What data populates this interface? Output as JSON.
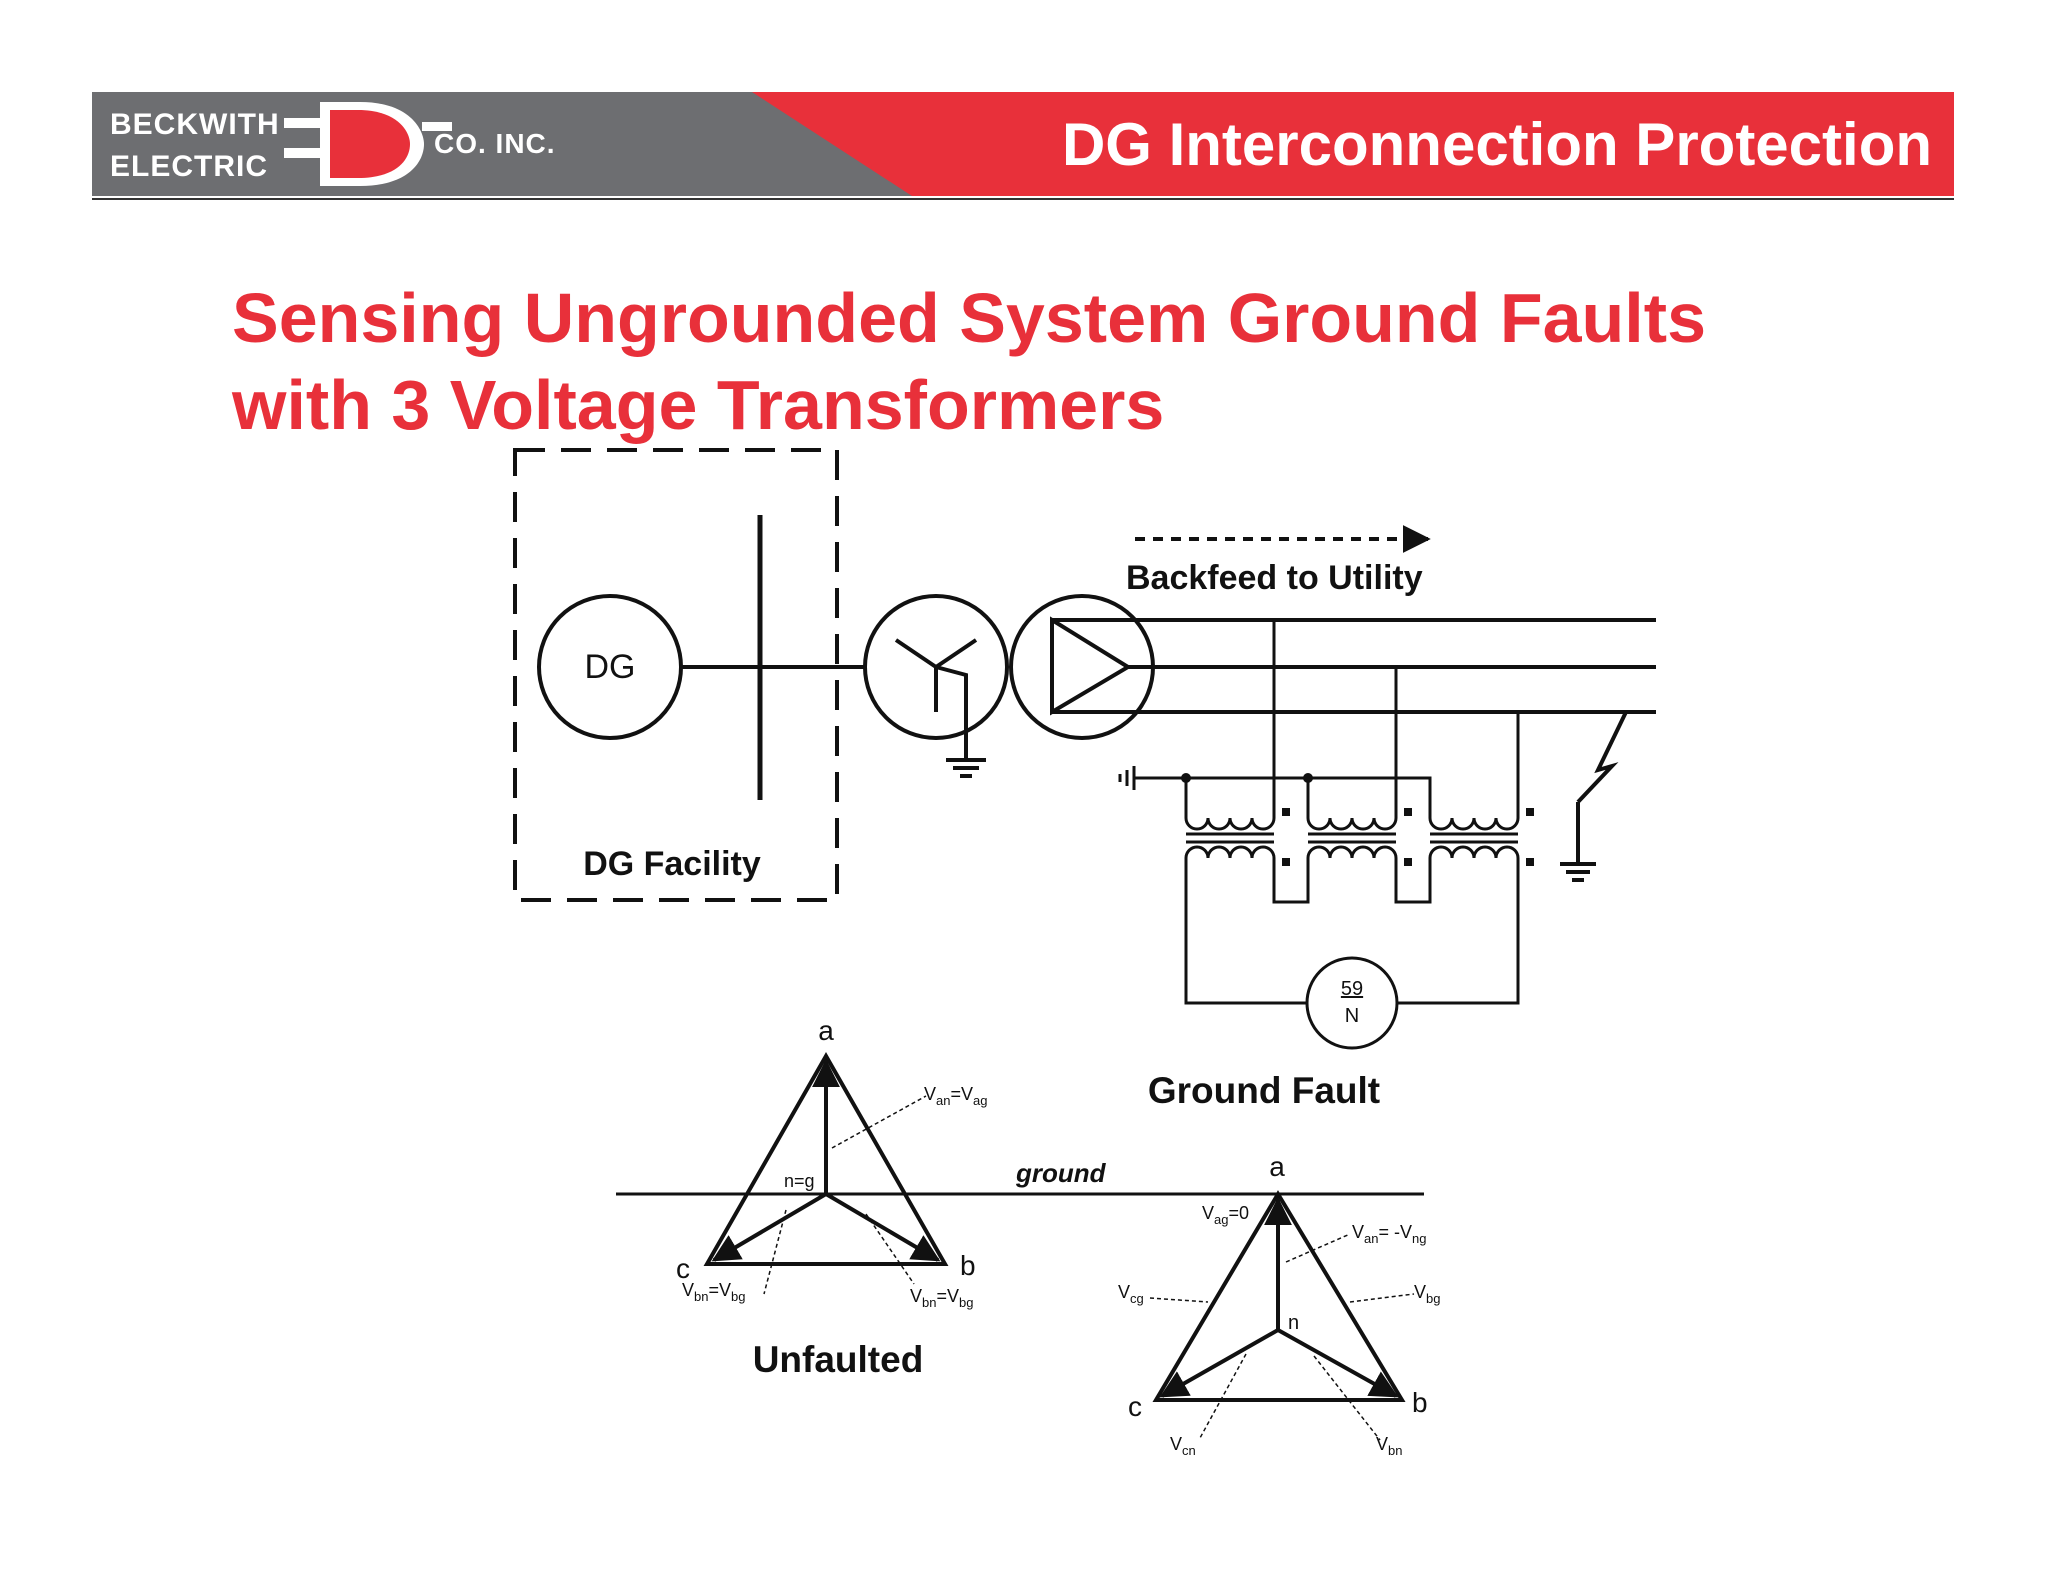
{
  "header": {
    "logo_line1": "BECKWITH",
    "logo_line2": "ELECTRIC",
    "logo_co": "CO. INC.",
    "title": "DG Interconnection Protection"
  },
  "slide": {
    "title_line1": "Sensing Ungrounded System Ground Faults",
    "title_line2": "with 3 Voltage Transformers"
  },
  "diagram": {
    "dg_label": "DG",
    "facility_label": "DG Facility",
    "backfeed_label": "Backfeed to Utility",
    "relay_top": "59",
    "relay_bottom": "N",
    "ground_fault_label": "Ground Fault",
    "unfaulted_label": "Unfaulted",
    "ground_label": "ground",
    "unfaulted_phasor": {
      "a": "a",
      "b": "b",
      "c": "c",
      "neutral": "n=g",
      "van": "V",
      "van_sub1": "an",
      "van_eq": "=V",
      "van_sub2": "ag",
      "vbn_left": "V",
      "vbn_left_sub1": "bn",
      "vbn_left_eq": "=V",
      "vbn_left_sub2": "bg",
      "vbn_right": "V",
      "vbn_right_sub1": "bn",
      "vbn_right_eq": "=V",
      "vbn_right_sub2": "bg"
    },
    "fault_phasor": {
      "a": "a",
      "b": "b",
      "c": "c",
      "n": "n",
      "vag": "V",
      "vag_sub": "ag",
      "vag_eq": "=0",
      "van": "V",
      "van_sub": "an",
      "van_eq": "= -V",
      "van_sub2": "ng",
      "vcg": "V",
      "vcg_sub": "cg",
      "vbg": "V",
      "vbg_sub": "bg",
      "vcn": "V",
      "vcn_sub": "cn",
      "vbn": "V",
      "vbn_sub": "bn"
    }
  },
  "colors": {
    "brand_red": "#e8303a",
    "header_gray": "#6d6e71"
  }
}
